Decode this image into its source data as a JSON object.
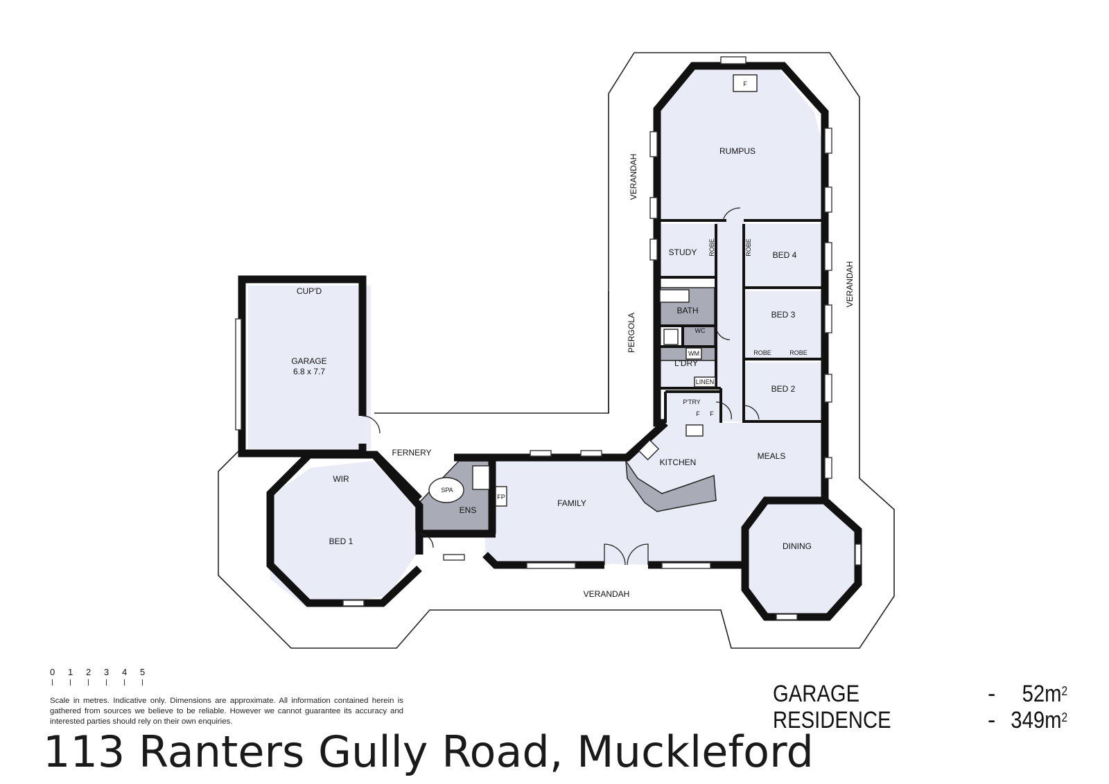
{
  "rooms": {
    "rumpus": "RUMPUS",
    "study": "STUDY",
    "robe_study": "ROBE",
    "robe_bed4": "ROBE",
    "bed4": "BED 4",
    "bath": "BATH",
    "wc": "WC",
    "wm": "WM",
    "ldry": "L'DRY",
    "linen": "LINEN",
    "bed3": "BED 3",
    "robe_a": "ROBE",
    "robe_b": "ROBE",
    "bed2": "BED 2",
    "ptry": "P'TRY",
    "fridge_1": "F",
    "fridge_2": "F",
    "kitchen": "KITCHEN",
    "meals": "MEALS",
    "family": "FAMILY",
    "fp": "FP",
    "ens": "ENS",
    "spa": "SPA",
    "wir": "WIR",
    "bed1": "BED 1",
    "dining": "DINING",
    "fernery": "FERNERY",
    "garage": "GARAGE",
    "garage_size": "6.8 x 7.7",
    "cupd": "CUP'D",
    "fireplace": "F"
  },
  "outdoor": {
    "verandah_left": "VERANDAH",
    "verandah_right": "VERANDAH",
    "verandah_bottom": "VERANDAH",
    "pergola": "PERGOLA"
  },
  "scale": {
    "ticks": [
      "0",
      "1",
      "2",
      "3",
      "4",
      "5"
    ],
    "disclaimer": "Scale in metres. Indicative only. Dimensions are approximate. All information contained herein is gathered from sources we believe to be reliable. However we cannot guarantee its accuracy and interested parties should rely on their own enquiries."
  },
  "areas": [
    {
      "name": "GARAGE",
      "dash": "-",
      "value": "52m",
      "unit_exp": "2"
    },
    {
      "name": "RESIDENCE",
      "dash": "-",
      "value": "349m",
      "unit_exp": "2"
    }
  ],
  "address": "113 Ranters Gully Road, Muckleford"
}
